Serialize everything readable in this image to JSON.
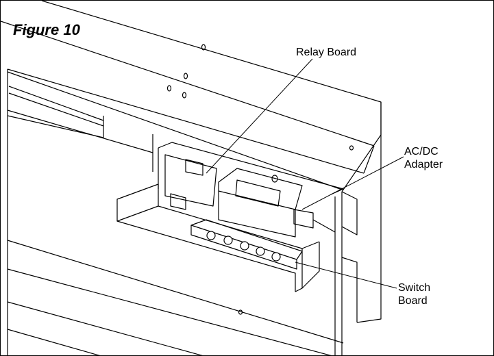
{
  "figure": {
    "title": "Figure 10"
  },
  "callouts": {
    "relay_board": "Relay Board",
    "acdc_line1": "AC/DC",
    "acdc_line2": "Adapter",
    "switch_line1": "Switch",
    "switch_line2": "Board"
  },
  "colors": {
    "line": "#000000",
    "background": "#ffffff",
    "shade": "#e8e8e8"
  }
}
